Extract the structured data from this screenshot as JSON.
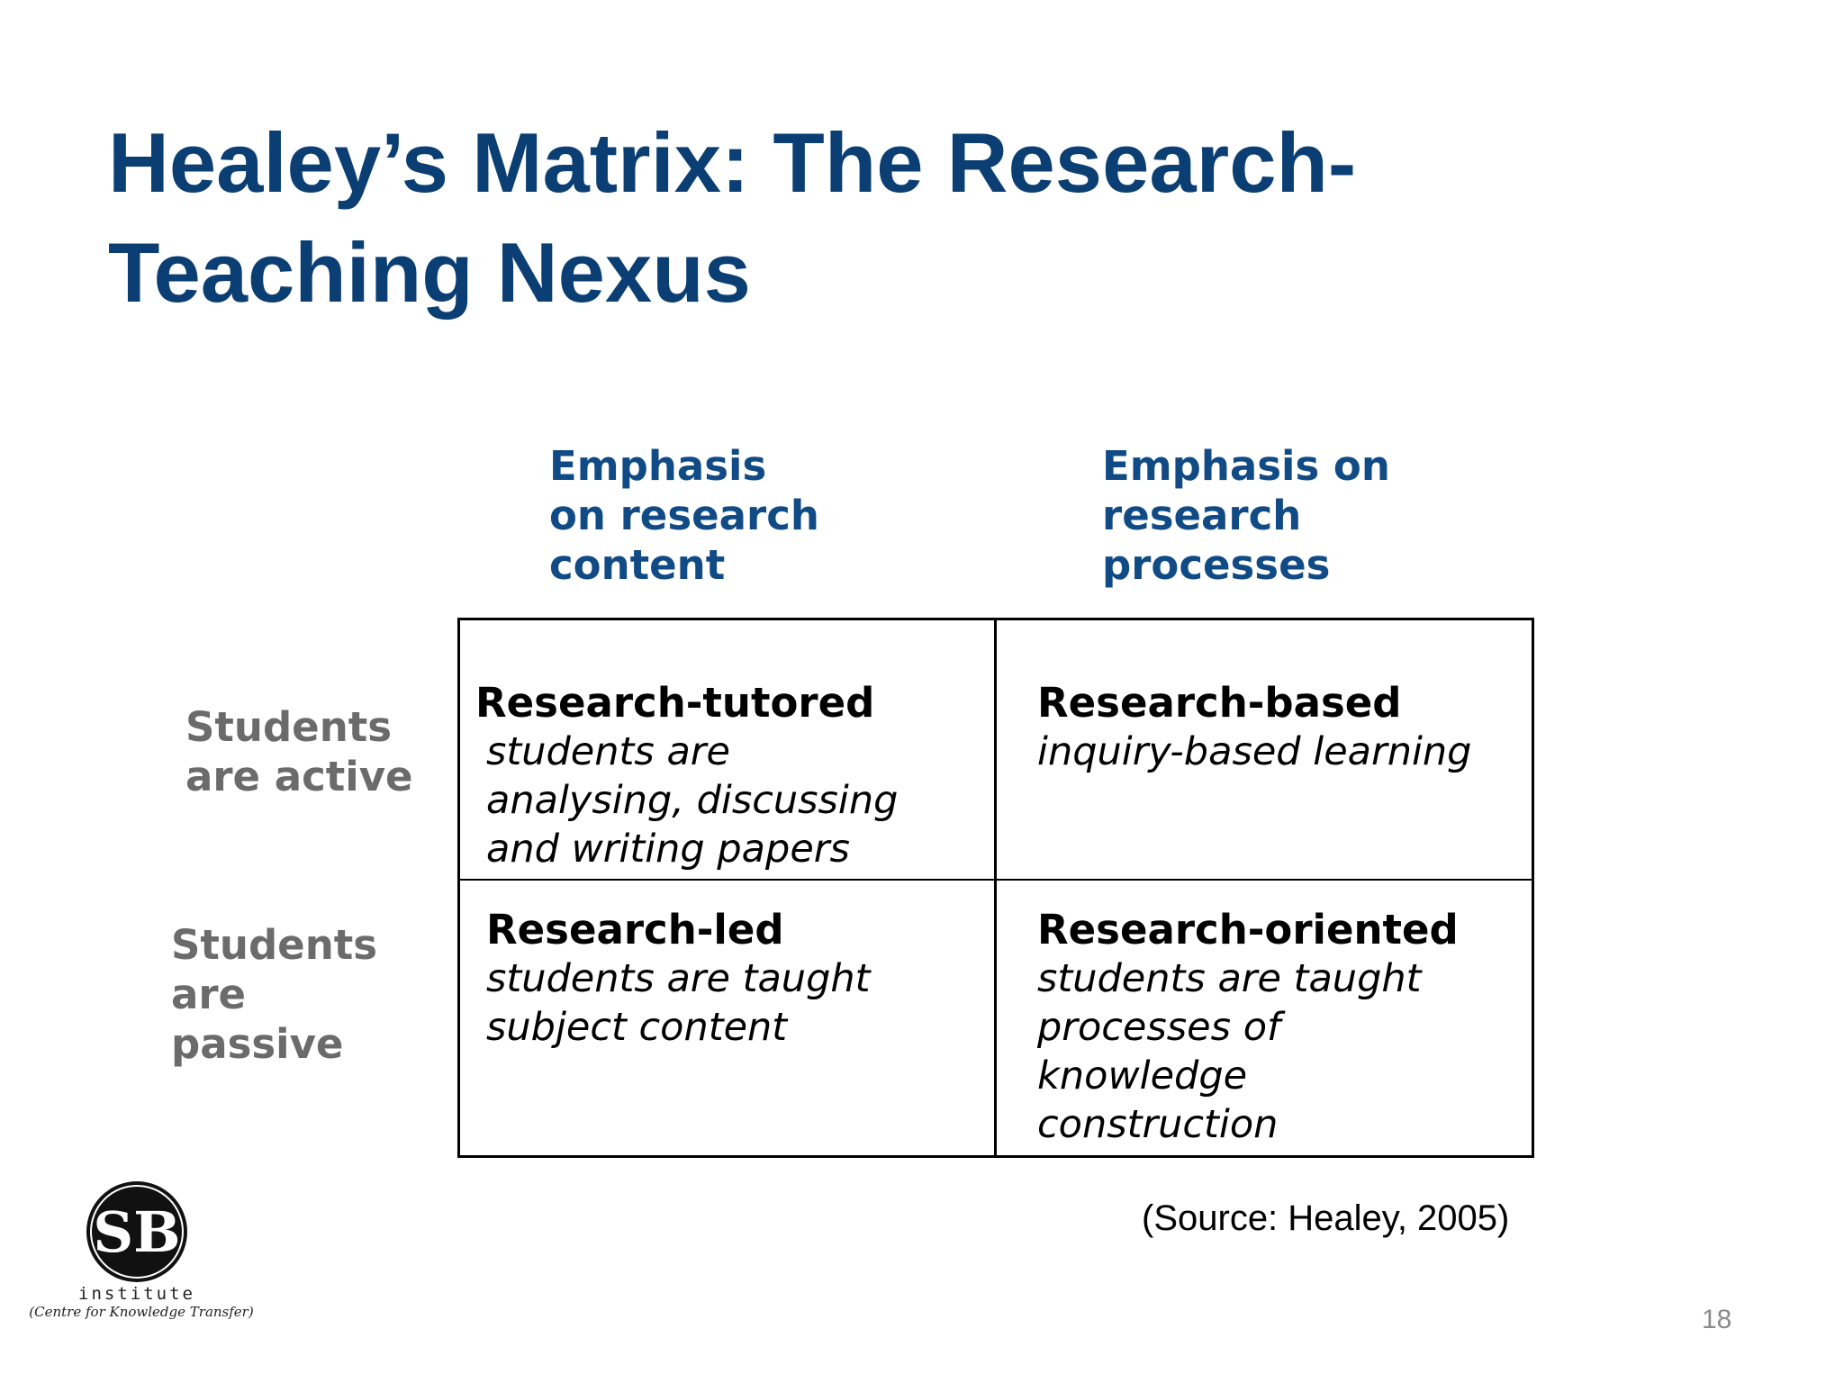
{
  "slide": {
    "title_lines": [
      "Healey’s Matrix: The Research-",
      "Teaching Nexus"
    ],
    "page_number": "18",
    "source": "(Source: Healey, 2005)"
  },
  "matrix": {
    "columns": [
      {
        "lines": [
          "Emphasis",
          "on research",
          "content"
        ]
      },
      {
        "lines": [
          "Emphasis on",
          "research",
          "processes"
        ]
      }
    ],
    "rows": [
      {
        "lines": [
          "Students",
          "are active"
        ]
      },
      {
        "lines": [
          "Students",
          "are",
          "passive"
        ]
      }
    ],
    "cells": {
      "top_left": {
        "title": "Research-tutored",
        "desc_lines": [
          "students are",
          "analysing, discussing",
          "and writing papers"
        ]
      },
      "top_right": {
        "title": "Research-based",
        "desc_lines": [
          "inquiry-based learning"
        ]
      },
      "bottom_left": {
        "title": "Research-led",
        "desc_lines": [
          "students are taught",
          "subject content"
        ]
      },
      "bottom_right": {
        "title": "Research-oriented",
        "desc_lines": [
          "students are taught",
          "processes of",
          "knowledge",
          "construction"
        ]
      }
    }
  },
  "logo": {
    "monogram": "SB",
    "word": "institute",
    "tagline": "(Centre for Knowledge Transfer)"
  },
  "colors": {
    "title": "#0b3f74",
    "column_header": "#114b85",
    "row_header": "#6b6b6b"
  }
}
